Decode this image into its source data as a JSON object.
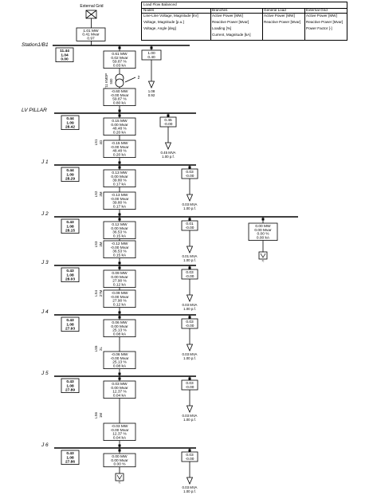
{
  "legend": {
    "title": "Load Flow Balanced",
    "headers": [
      "Nodes",
      "Branches",
      "General Load",
      "External Grid"
    ],
    "columns": [
      [
        "Line-Line Voltage, Magnitude [kV]",
        "Voltage, Magnitude [p.u.]",
        "Voltage, Angle [deg]"
      ],
      [
        "Active Power [MW]",
        "Reactive Power [Mvar]",
        "Loading [%]",
        "Current, Magnitude [kA]"
      ],
      [
        "Active Power [MW]",
        "Reactive Power [Mvar]"
      ],
      [
        "Active Power [MW]",
        "Reactive Power [Mvar]",
        "Power Factor [-]"
      ]
    ]
  },
  "external_grid": {
    "label": "External Grid",
    "result": [
      "1.01 MW",
      "0.41 Mvar",
      "0.97"
    ]
  },
  "station": {
    "name": "Station1/B1",
    "values": [
      "11.44",
      "1.04",
      "0.00"
    ],
    "transformer": {
      "name": "T11 KMDP",
      "rating": "500",
      "tap": "2"
    },
    "tr_top": [
      "0.61 MW",
      "0.02 Mvar",
      "59.87 %",
      "0.03 kA"
    ],
    "tr_bottom": [
      "-0.60 MW",
      "-0.00 Mvar",
      "59.87 %",
      "0.80 kA"
    ],
    "load_box": [
      "1.00",
      "0.40"
    ],
    "load_label": [
      "1.08",
      "0.92"
    ]
  },
  "buses": [
    {
      "name": "LV PILLAR",
      "values": [
        "0.44",
        "1.09",
        "28.42"
      ],
      "line_name": "LS1",
      "line_type": "4G",
      "branch_top": [
        "0.15 MW",
        "0.00 Mvar",
        "48.48 %",
        "0.20 kA"
      ],
      "branch_bottom": [
        "-0.15 MW",
        "-0.00 Mvar",
        "48.48 %",
        "0.20 kA"
      ],
      "load_box": [
        "0.45",
        "-0.00"
      ],
      "load_label": [
        "0.45 MVA",
        "1.00 p.f."
      ]
    },
    {
      "name": "J 1",
      "values": [
        "0.44",
        "1.09",
        "28.29"
      ],
      "line_name": "LS2",
      "line_type": "3M",
      "branch_top": [
        "0.13 MW",
        "0.00 Mvar",
        "39.80 %",
        "0.17 kA"
      ],
      "branch_bottom": [
        "-0.13 MW",
        "-0.00 Mvar",
        "39.80 %",
        "0.17 kA"
      ],
      "load_box": [
        "0.03",
        "-0.00"
      ],
      "load_label": [
        "0.03 MVA",
        "1.00 p.f."
      ]
    },
    {
      "name": "J 2",
      "values": [
        "0.43",
        "1.08",
        "28.15"
      ],
      "line_name": "LS3",
      "line_type": "3M",
      "branch_top": [
        "0.12 MW",
        "0.00 Mvar",
        "36.53 %",
        "0.15 kA"
      ],
      "branch_bottom": [
        "-0.12 MW",
        "-0.00 Mvar",
        "36.53 %",
        "0.15 kA"
      ],
      "load_box": [
        "0.01",
        "-0.00"
      ],
      "load_label": [
        "0.01 MVA",
        "1.00 p.f."
      ],
      "gen_box": [
        "0.00 MW",
        "0.00 Mvar",
        "0.00 %",
        "0.00 kA"
      ]
    },
    {
      "name": "J 3",
      "values": [
        "0.43",
        "1.08",
        "28.03"
      ],
      "line_name": "LS4",
      "line_type": "27M",
      "branch_top": [
        "0.09 MW",
        "0.00 Mvar",
        "27.90 %",
        "0.12 kA"
      ],
      "branch_bottom": [
        "-0.09 MW",
        "-0.00 Mvar",
        "27.90 %",
        "0.12 kA"
      ],
      "load_box": [
        "0.03",
        "-0.00"
      ],
      "load_label": [
        "0.03 MVA",
        "1.00 p.f."
      ]
    },
    {
      "name": "J 4",
      "values": [
        "0.43",
        "1.08",
        "27.93"
      ],
      "line_name": "LS5",
      "line_type": "2L",
      "branch_top": [
        "0.06 MW",
        "0.00 Mvar",
        "25.13 %",
        "0.08 kA"
      ],
      "branch_bottom": [
        "-0.06 MW",
        "-0.00 Mvar",
        "25.13 %",
        "0.08 kA"
      ],
      "load_box": [
        "0.03",
        "-0.00"
      ],
      "load_label": [
        "0.03 MVA",
        "1.00 p.f."
      ]
    },
    {
      "name": "J 5",
      "values": [
        "0.43",
        "1.08",
        "27.89"
      ],
      "line_name": "LS6",
      "line_type": "1M",
      "branch_top": [
        "0.03 MW",
        "0.00 Mvar",
        "12.37 %",
        "0.04 kA"
      ],
      "branch_bottom": [
        "-0.03 MW",
        "-0.00 Mvar",
        "12.37 %",
        "0.04 kA"
      ],
      "load_box": [
        "0.03",
        "-0.00"
      ],
      "load_label": [
        "0.03 MVA",
        "1.00 p.f."
      ]
    },
    {
      "name": "J 6",
      "values": [
        "0.43",
        "1.08",
        "27.86"
      ],
      "gen_box": [
        "0.00 MW",
        "0.00 Mvar",
        "0.00 %"
      ],
      "load_box": [
        "0.03",
        "-0.00"
      ],
      "load_label": [
        "0.03 MVA",
        "1.00 p.f."
      ]
    }
  ]
}
